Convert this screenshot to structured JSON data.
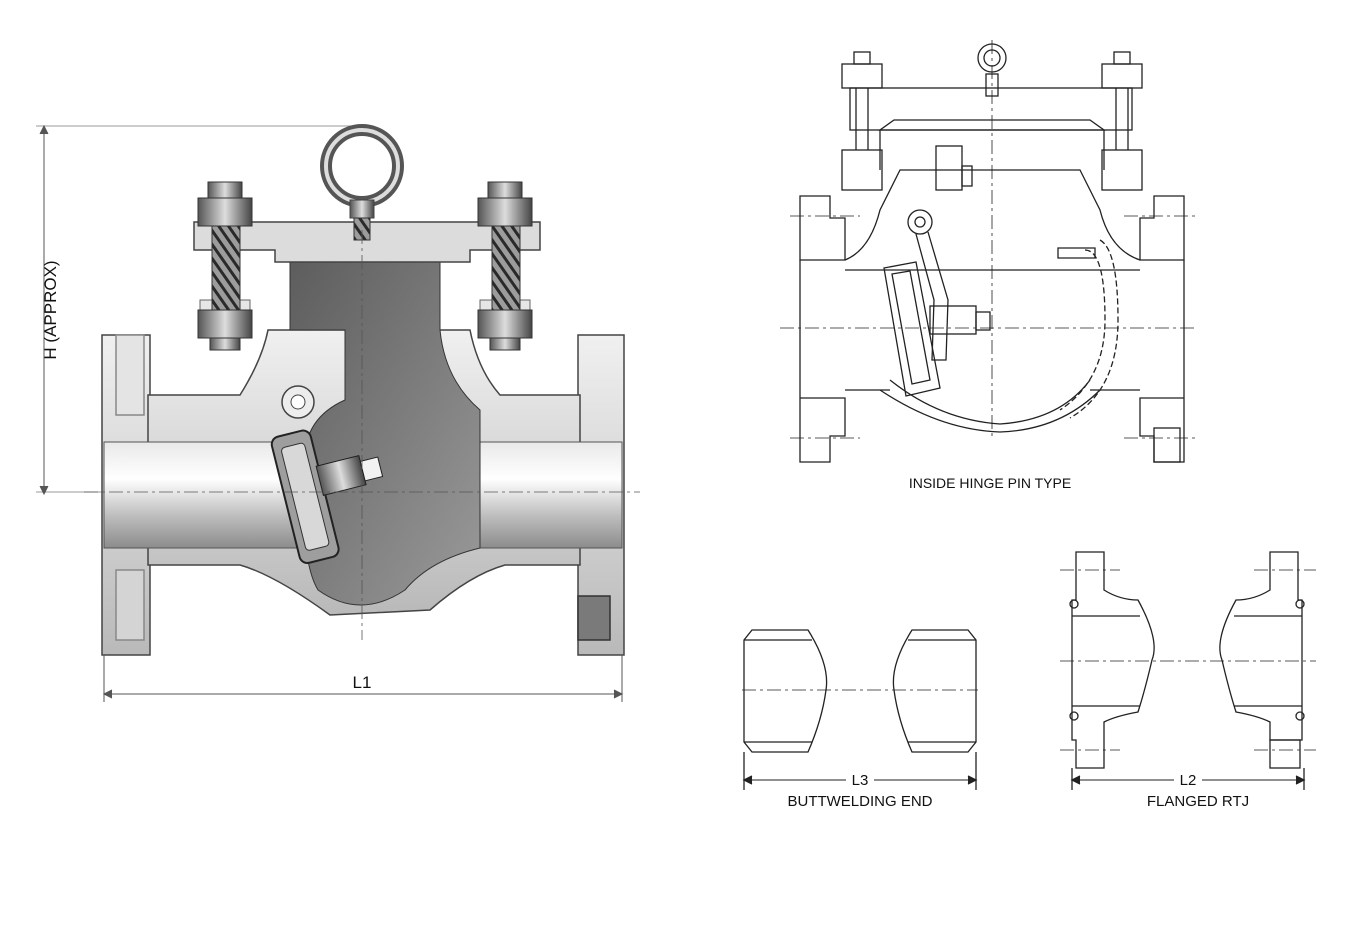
{
  "labels": {
    "height": "H (APPROX)",
    "l1": "L1",
    "inside_hinge": "INSIDE HINGE PIN TYPE",
    "l3": "L3",
    "buttwelding": "BUTTWELDING END",
    "l2": "L2",
    "flanged": "FLANGED RTJ"
  }
}
